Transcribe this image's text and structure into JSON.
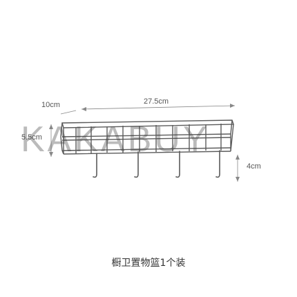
{
  "dimensions": {
    "width_label": "27.5cm",
    "depth_label": "10cm",
    "height_label": "5.5cm",
    "hook_label": "4cm"
  },
  "watermark_text": "KAKABUY",
  "caption": "橱卫置物篮1个装",
  "colors": {
    "wire": "#5a5a5a",
    "dimension_line": "#888888",
    "text": "#333333"
  }
}
